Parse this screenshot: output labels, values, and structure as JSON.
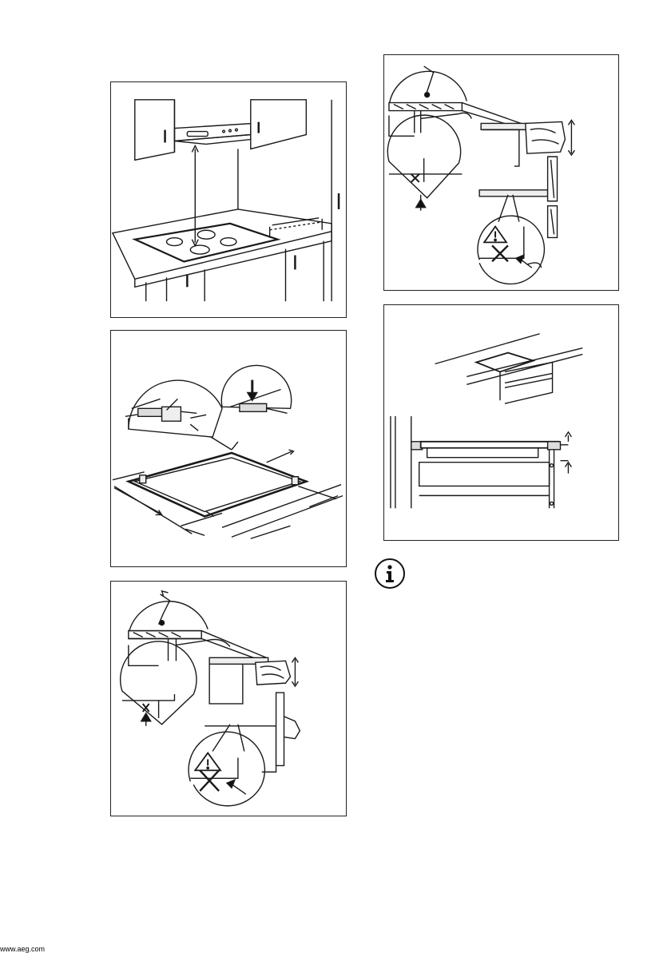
{
  "figures": [
    {
      "id": "hood-clearance",
      "icon": "cooker-hood-distance-illustration"
    },
    {
      "id": "seal-strip",
      "icon": "sealing-strip-illustration"
    },
    {
      "id": "worktop-edge-left",
      "icon": "worktop-sealant-illustration"
    },
    {
      "id": "worktop-edge-right",
      "icon": "worktop-sealant-illustration"
    },
    {
      "id": "cabinet-section",
      "icon": "cabinet-section-illustration"
    }
  ],
  "info_icon": "info-icon",
  "footer": {
    "text": "www.aeg.com"
  }
}
